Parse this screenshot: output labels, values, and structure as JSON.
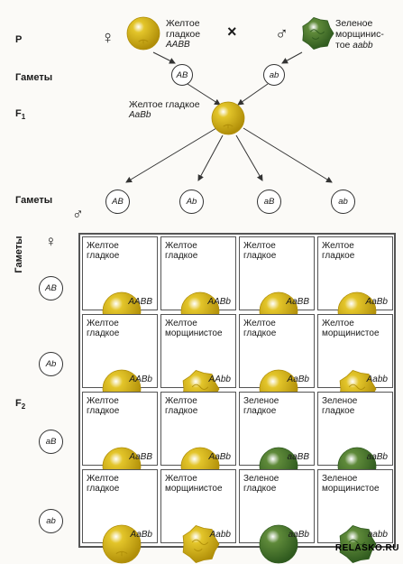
{
  "labels": {
    "p": "P",
    "gametes": "Гаметы",
    "f1": "F",
    "f1_sub": "1",
    "f2": "F",
    "f2_sub": "2",
    "cross": "×",
    "female_symbol": "♀",
    "male_symbol": "♂"
  },
  "parents": {
    "female": {
      "phenotype_line1": "Желтое",
      "phenotype_line2": "гладкое",
      "genotype": "AABB",
      "color": "yellow",
      "shape": "smooth"
    },
    "male": {
      "phenotype_line1": "Зеленое",
      "phenotype_line2": "морщинис-",
      "phenotype_line3": "тое",
      "genotype": "aabb",
      "color": "green",
      "shape": "wrinkled"
    }
  },
  "parent_gametes": [
    "AB",
    "ab"
  ],
  "f1": {
    "phenotype": "Желтое гладкое",
    "genotype": "AaBb"
  },
  "f1_gametes": [
    "AB",
    "Ab",
    "aB",
    "ab"
  ],
  "row_gametes": [
    "AB",
    "Ab",
    "aB",
    "ab"
  ],
  "punnett": [
    [
      {
        "phenotype_line1": "Желтое",
        "phenotype_line2": "гладкое",
        "genotype": "AABB",
        "color": "yellow",
        "shape": "smooth"
      },
      {
        "phenotype_line1": "Желтое",
        "phenotype_line2": "гладкое",
        "genotype": "AABb",
        "color": "yellow",
        "shape": "smooth"
      },
      {
        "phenotype_line1": "Желтое",
        "phenotype_line2": "гладкое",
        "genotype": "AaBB",
        "color": "yellow",
        "shape": "smooth"
      },
      {
        "phenotype_line1": "Желтое",
        "phenotype_line2": "гладкое",
        "genotype": "AaBb",
        "color": "yellow",
        "shape": "smooth"
      }
    ],
    [
      {
        "phenotype_line1": "Желтое",
        "phenotype_line2": "гладкое",
        "genotype": "AABb",
        "color": "yellow",
        "shape": "smooth"
      },
      {
        "phenotype_line1": "Желтое",
        "phenotype_line2": "морщинистое",
        "genotype": "AAbb",
        "color": "yellow",
        "shape": "wrinkled"
      },
      {
        "phenotype_line1": "Желтое",
        "phenotype_line2": "гладкое",
        "genotype": "AaBb",
        "color": "yellow",
        "shape": "smooth"
      },
      {
        "phenotype_line1": "Желтое",
        "phenotype_line2": "морщинистое",
        "genotype": "Aabb",
        "color": "yellow",
        "shape": "wrinkled"
      }
    ],
    [
      {
        "phenotype_line1": "Желтое",
        "phenotype_line2": "гладкое",
        "genotype": "AaBB",
        "color": "yellow",
        "shape": "smooth"
      },
      {
        "phenotype_line1": "Желтое",
        "phenotype_line2": "гладкое",
        "genotype": "AaBb",
        "color": "yellow",
        "shape": "smooth"
      },
      {
        "phenotype_line1": "Зеленое",
        "phenotype_line2": "гладкое",
        "genotype": "aaBB",
        "color": "green",
        "shape": "smooth"
      },
      {
        "phenotype_line1": "Зеленое",
        "phenotype_line2": "гладкое",
        "genotype": "aaBb",
        "color": "green",
        "shape": "smooth"
      }
    ],
    [
      {
        "phenotype_line1": "Желтое",
        "phenotype_line2": "гладкое",
        "genotype": "AaBb",
        "color": "yellow",
        "shape": "smooth"
      },
      {
        "phenotype_line1": "Желтое",
        "phenotype_line2": "морщинистое",
        "genotype": "Aabb",
        "color": "yellow",
        "shape": "wrinkled"
      },
      {
        "phenotype_line1": "Зеленое",
        "phenotype_line2": "гладкое",
        "genotype": "aaBb",
        "color": "green",
        "shape": "smooth"
      },
      {
        "phenotype_line1": "Зеленое",
        "phenotype_line2": "морщинистое",
        "genotype": "aabb",
        "color": "green",
        "shape": "wrinkled"
      }
    ]
  ],
  "colors": {
    "yellow": "#e3c52a",
    "yellow_dark": "#b08e08",
    "green": "#5f8a3a",
    "green_dark": "#2f5a1e",
    "line": "#333333"
  },
  "watermark": "RELASKO.RU"
}
